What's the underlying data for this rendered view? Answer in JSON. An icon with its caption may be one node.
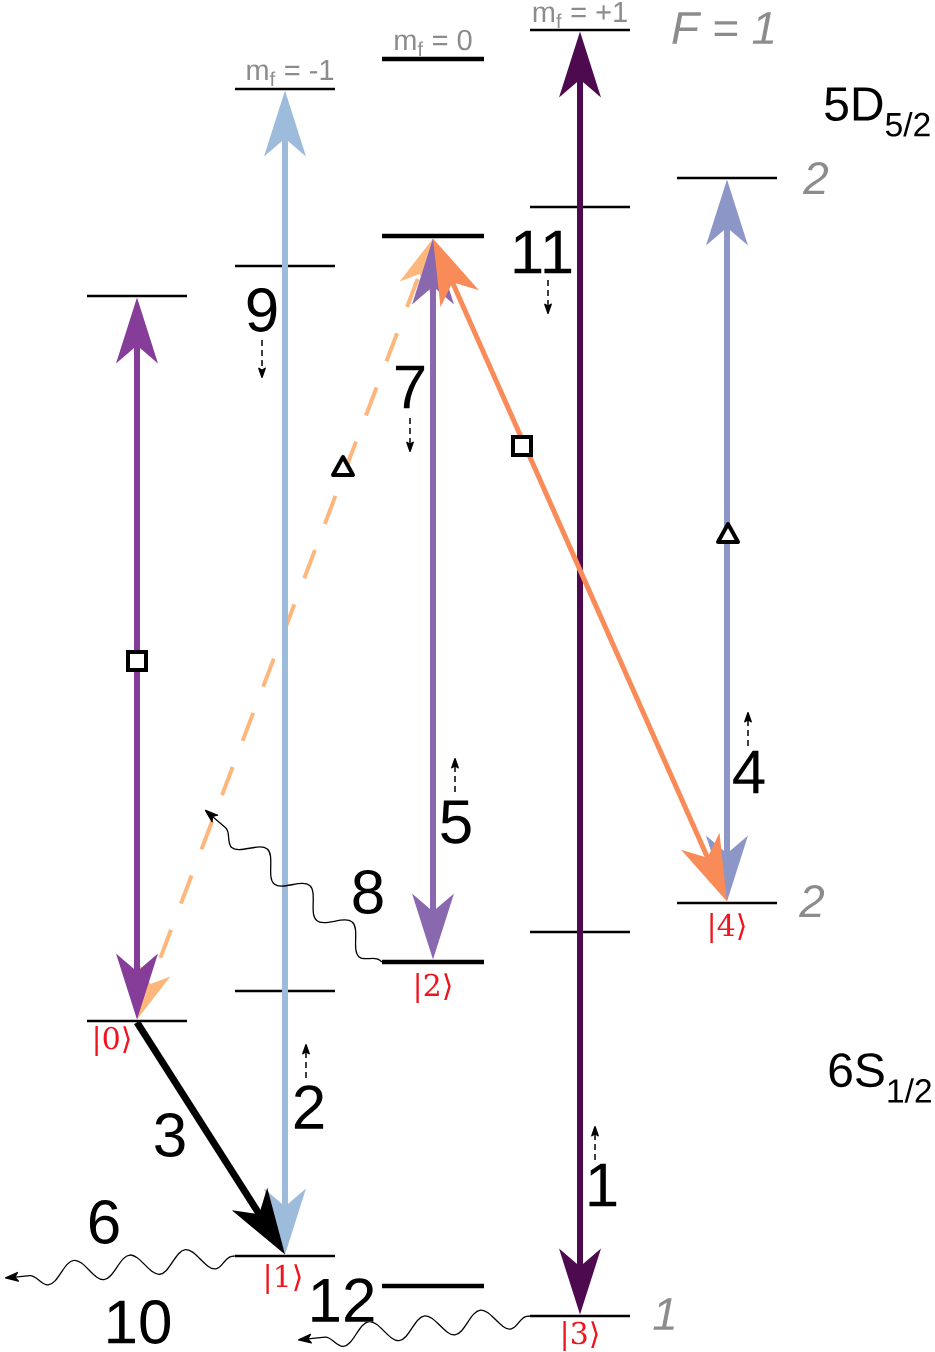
{
  "diagram": {
    "nodes": [
      {
        "text": [],
        "shape": "bar",
        "beside": [
          "m$_{f}$ = +1"
        ]
      },
      {
        "text": [],
        "shape": "bar",
        "beside": [
          "m$_{f}$ = 0"
        ]
      },
      {
        "text": [],
        "shape": "bar",
        "beside": [
          "m$_{f}$ = -1"
        ]
      },
      {
        "text": [],
        "shape": "bar",
        "beside": [
          "2"
        ]
      },
      {
        "text": [],
        "shape": "bar"
      },
      {
        "text": [],
        "shape": "bar"
      },
      {
        "text": [],
        "shape": "bar"
      },
      {
        "text": [],
        "shape": "bar"
      },
      {
        "text": [],
        "shape": "bar",
        "beside": [
          "|4⟩",
          "2"
        ]
      },
      {
        "text": [],
        "shape": "bar"
      },
      {
        "text": [],
        "shape": "bar",
        "beside": [
          "|2⟩"
        ]
      },
      {
        "text": [],
        "shape": "bar"
      },
      {
        "text": [],
        "shape": "bar",
        "beside": [
          "|0⟩"
        ]
      },
      {
        "text": [],
        "shape": "bar",
        "beside": [
          "|1⟩"
        ]
      },
      {
        "text": [],
        "shape": "bar"
      },
      {
        "text": [],
        "shape": "bar",
        "beside": [
          "|3⟩",
          "1"
        ]
      }
    ],
    "edges": [
      {
        "from": 15,
        "to": 0,
        "arrow": "both",
        "label": "1",
        "color": "#4d0a4f"
      },
      {
        "from": 13,
        "to": 2,
        "arrow": "both",
        "label": "2",
        "color": "#9dbbdb"
      },
      {
        "from": 12,
        "to": 13,
        "arrow": "to",
        "label": "3"
      },
      {
        "from": 8,
        "to": 3,
        "arrow": "both",
        "label": "4",
        "color": "#8c96c7"
      },
      {
        "from": 10,
        "to": 5,
        "arrow": "both",
        "label": "5",
        "color": "#8a68b0"
      },
      {
        "from": 13,
        "to": null,
        "arrow": "to",
        "label": "6"
      },
      {
        "from": 10,
        "to": null,
        "arrow": "to",
        "label": "8"
      },
      {
        "from": 15,
        "to": null,
        "arrow": "to",
        "label": "12"
      },
      {
        "from": 12,
        "to": 7,
        "arrow": "both",
        "color": "#863d9a"
      },
      {
        "from": 12,
        "to": 5,
        "arrow": "both",
        "style": "dashed",
        "color": "#fdb77d"
      },
      {
        "from": 5,
        "to": 8,
        "arrow": "both",
        "color": "#f98b58"
      }
    ],
    "labels": [
      "F = 1",
      "5D$_{5/2}$",
      "11",
      "9",
      "7",
      "6S$_{1/2}$",
      "10"
    ]
  }
}
